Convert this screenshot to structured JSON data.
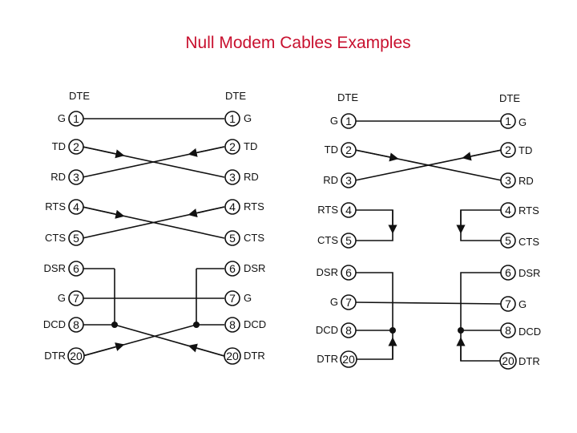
{
  "title": "Null Modem Cables Examples",
  "diagrams": [
    {
      "header_left": "DTE",
      "header_right": "DTE",
      "pins": [
        {
          "num": "1",
          "left": "G",
          "right": "G"
        },
        {
          "num": "2",
          "left": "TD",
          "right": "TD"
        },
        {
          "num": "3",
          "left": "RD",
          "right": "RD"
        },
        {
          "num": "4",
          "left": "RTS",
          "right": "RTS"
        },
        {
          "num": "5",
          "left": "CTS",
          "right": "CTS"
        },
        {
          "num": "6",
          "left": "DSR",
          "right": "DSR"
        },
        {
          "num": "7",
          "left": "G",
          "right": "G"
        },
        {
          "num": "8",
          "left": "DCD",
          "right": "DCD"
        },
        {
          "num": "20",
          "left": "DTR",
          "right": "DTR"
        }
      ]
    },
    {
      "header_left": "DTE",
      "header_right": "DTE",
      "pins": [
        {
          "num": "1",
          "left": "G",
          "right": "G"
        },
        {
          "num": "2",
          "left": "TD",
          "right": "TD"
        },
        {
          "num": "3",
          "left": "RD",
          "right": "RD"
        },
        {
          "num": "4",
          "left": "RTS",
          "right": "RTS"
        },
        {
          "num": "5",
          "left": "CTS",
          "right": "CTS"
        },
        {
          "num": "6",
          "left": "DSR",
          "right": "DSR"
        },
        {
          "num": "7",
          "left": "G",
          "right": "G"
        },
        {
          "num": "8",
          "left": "DCD",
          "right": "DCD"
        },
        {
          "num": "20",
          "left": "DTR",
          "right": "DTR"
        }
      ]
    }
  ]
}
